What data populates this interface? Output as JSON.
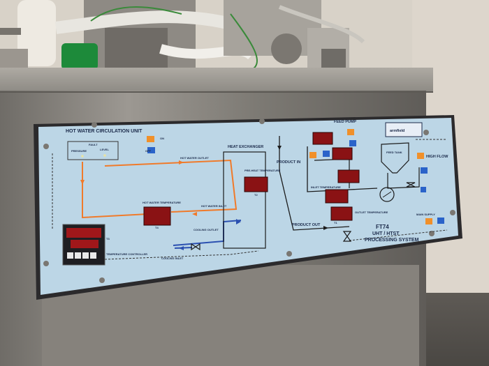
{
  "panel": {
    "title": "HOT WATER CIRCULATION UNIT",
    "on": "ON",
    "off": "OFF",
    "fault": "FAULT",
    "pressure": "PRESSURE",
    "level": "LEVEL",
    "hot_water_outlet": "HOT WATER OUTLET",
    "hot_water_inlet": "HOT WATER INLET",
    "hot_water_temperature": "HOT WATER TEMPERATURE",
    "t4": "T4",
    "cooling_outlet": "COOLING OUTLET",
    "cooling_inlet": "COOLING INLET",
    "t3": "T3",
    "temperature_controller": "TEMPERATURE CONTROLLER",
    "heat_exchanger": "HEAT EXCHANGER",
    "pre_heat": "PRE-HEAT TEMPERATURE",
    "t2": "T2",
    "product_in": "PRODUCT IN",
    "product_out": "PRODUCT OUT",
    "feed_pump": "FEED PUMP",
    "feed_tank": "FEED TANK",
    "high_flow": "HIGH FLOW",
    "main_supply": "MAIN SUPPLY",
    "inlet_temperature": "INLET TEMPERATURE",
    "outlet_temperature": "OUTLET TEMPERATURE",
    "t1": "T1",
    "model": "FT74",
    "model_sub": "UHT / HTST",
    "model_sub2": "PROCESSING SYSTEM",
    "brand": "armfield"
  },
  "colors": {
    "panel": "#bcd6e6",
    "hot_line": "#f07a2a",
    "cool_line": "#2a4fb0",
    "display": "#8a1214",
    "steel": "#8a8782"
  }
}
